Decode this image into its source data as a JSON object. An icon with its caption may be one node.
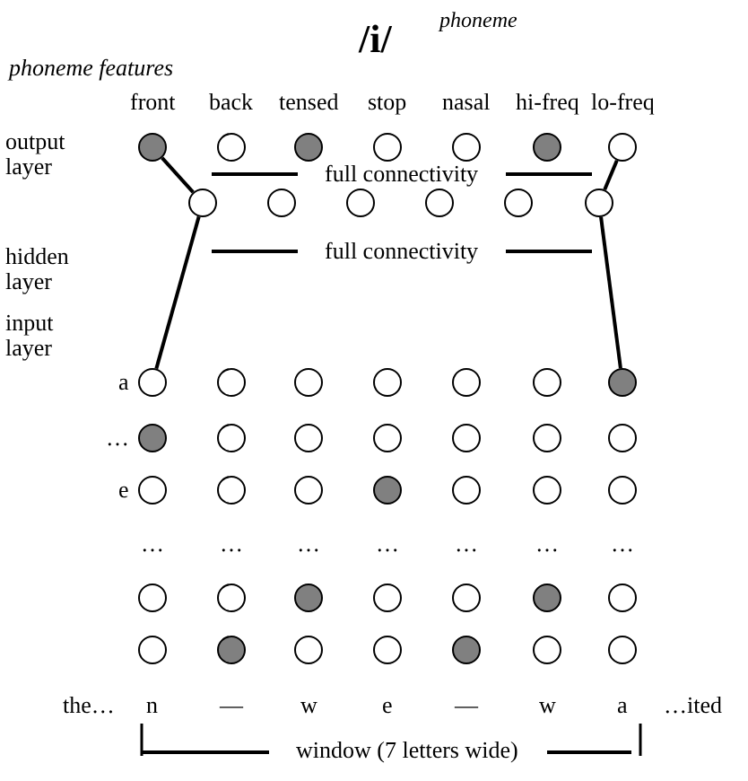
{
  "diagram": {
    "title": "/i/",
    "nodes": [
      {
        "text": [],
        "shape": "circle"
      },
      {
        "text": [],
        "shape": "circle"
      },
      {
        "text": [],
        "shape": "circle"
      },
      {
        "text": [],
        "shape": "circle"
      },
      {
        "text": [],
        "shape": "circle"
      },
      {
        "text": [],
        "shape": "circle"
      },
      {
        "text": [],
        "shape": "circle"
      },
      {
        "text": [],
        "shape": "circle"
      },
      {
        "text": [],
        "shape": "circle"
      },
      {
        "text": [],
        "shape": "circle"
      },
      {
        "text": [],
        "shape": "circle"
      },
      {
        "text": [],
        "shape": "circle"
      },
      {
        "text": [],
        "shape": "circle"
      },
      {
        "text": [],
        "shape": "circle"
      },
      {
        "text": [],
        "shape": "circle"
      },
      {
        "text": [],
        "shape": "circle"
      },
      {
        "text": [],
        "shape": "circle"
      },
      {
        "text": [],
        "shape": "circle"
      },
      {
        "text": [],
        "shape": "circle"
      },
      {
        "text": [],
        "shape": "circle"
      },
      {
        "text": [],
        "shape": "circle"
      },
      {
        "text": [],
        "shape": "circle"
      },
      {
        "text": [],
        "shape": "circle"
      },
      {
        "text": [],
        "shape": "circle"
      },
      {
        "text": [],
        "shape": "circle"
      },
      {
        "text": [],
        "shape": "circle"
      },
      {
        "text": [],
        "shape": "circle"
      },
      {
        "text": [],
        "shape": "circle"
      },
      {
        "text": [],
        "shape": "circle"
      },
      {
        "text": [],
        "shape": "circle"
      },
      {
        "text": [],
        "shape": "circle"
      },
      {
        "text": [],
        "shape": "circle"
      },
      {
        "text": [],
        "shape": "circle"
      },
      {
        "text": [],
        "shape": "circle"
      },
      {
        "text": [],
        "shape": "circle"
      },
      {
        "text": [],
        "shape": "circle"
      },
      {
        "text": [],
        "shape": "circle"
      },
      {
        "text": [],
        "shape": "circle"
      },
      {
        "text": [],
        "shape": "circle"
      },
      {
        "text": [],
        "shape": "circle"
      },
      {
        "text": [],
        "shape": "circle"
      },
      {
        "text": [],
        "shape": "circle"
      },
      {
        "text": [],
        "shape": "circle"
      },
      {
        "text": [],
        "shape": "circle"
      },
      {
        "text": [],
        "shape": "circle"
      },
      {
        "text": [],
        "shape": "circle"
      },
      {
        "text": [],
        "shape": "circle"
      },
      {
        "text": [],
        "shape": "circle"
      }
    ],
    "edges": [
      {
        "from": 0,
        "to": 7,
        "arrow": "none"
      },
      {
        "from": 6,
        "to": 12,
        "arrow": "none"
      },
      {
        "from": 7,
        "to": 13,
        "arrow": "none"
      },
      {
        "from": 12,
        "to": 19,
        "arrow": "none"
      }
    ],
    "labels": [
      "phoneme",
      "phoneme features",
      "front",
      "back",
      "tensed",
      "stop",
      "nasal",
      "hi-freq",
      "lo-freq",
      "output layer",
      "full connectivity",
      "hidden layer",
      "full connectivity",
      "input layer",
      "a",
      "…",
      "e",
      "…",
      "…",
      "…",
      "…",
      "…",
      "…",
      "…",
      "the…",
      "n",
      "—",
      "w",
      "e",
      "—",
      "w",
      "a",
      "…ited",
      "window (7 letters wide)"
    ]
  }
}
